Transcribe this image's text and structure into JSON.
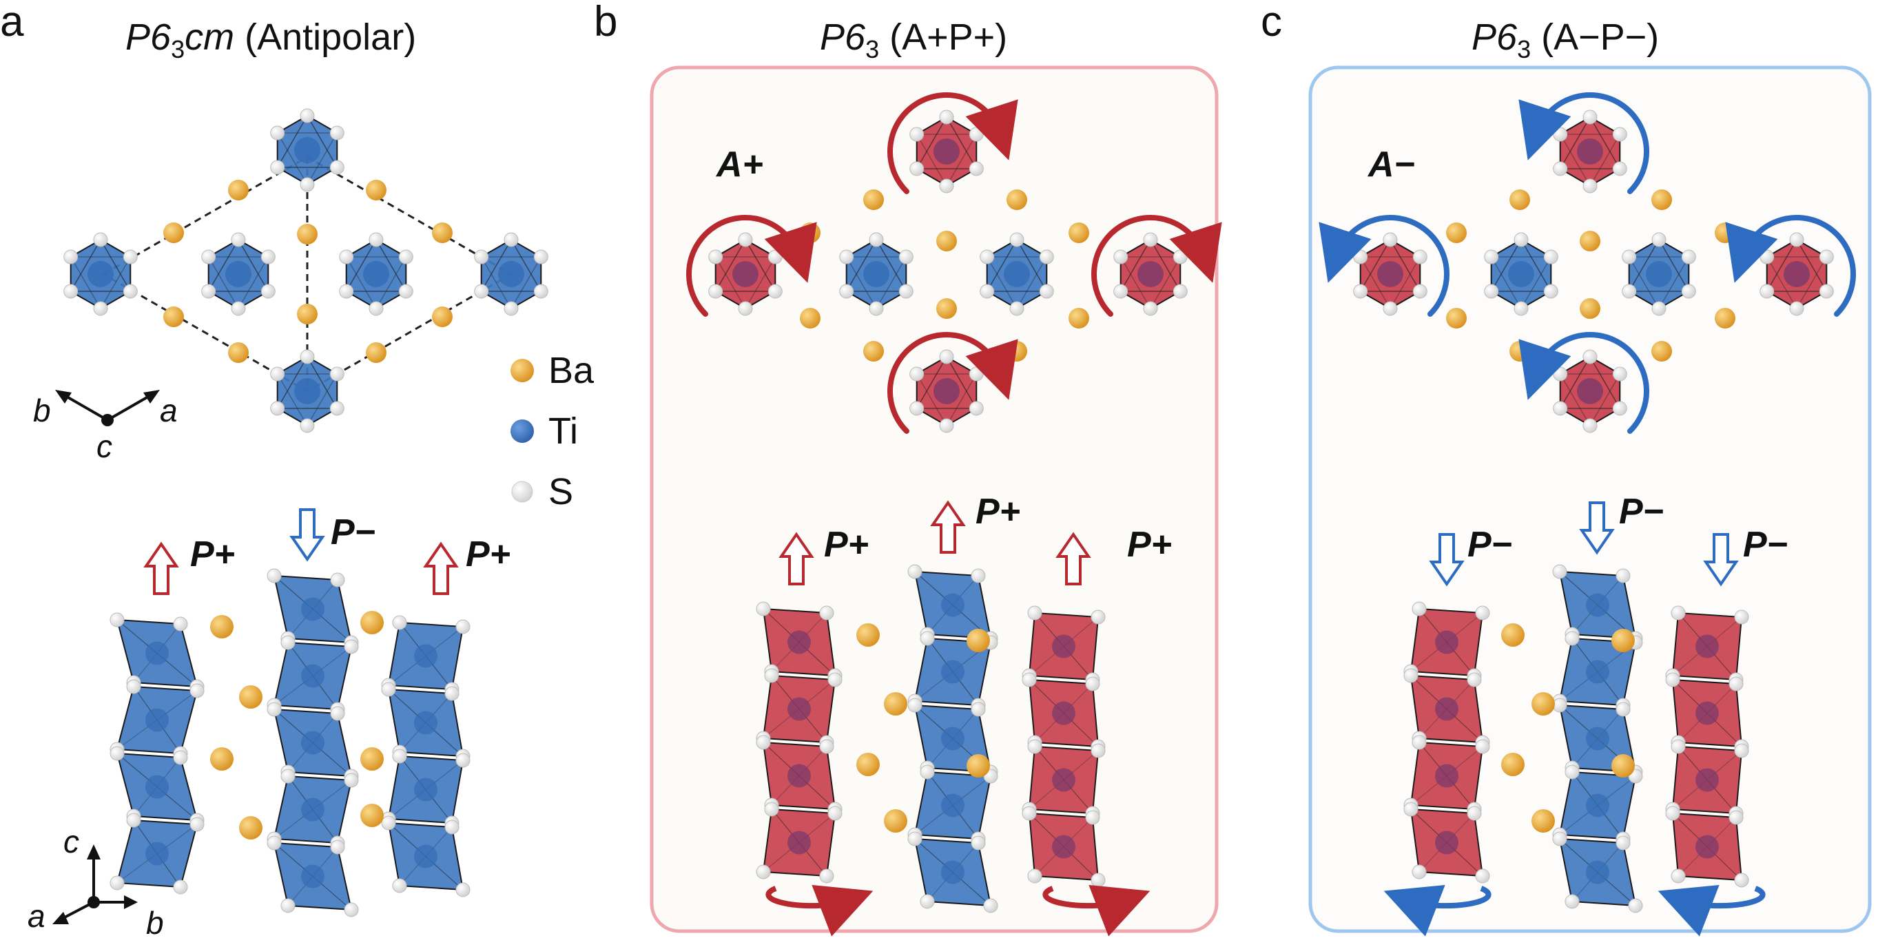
{
  "colors": {
    "ba": "#e8a531",
    "ti_blue": "#3f78c0",
    "s_white": "#f2f2f2",
    "red_poly": "#c83e4b",
    "red_arrow": "#b8292f",
    "blue_arrow": "#2d6cc0",
    "box_b_border": "#eea7ad",
    "box_c_border": "#9ec7ef",
    "box_b_fill": "#fdfbf7",
    "box_c_fill": "#fdfcfa"
  },
  "panels": {
    "a": {
      "letter": "a",
      "title_prefix": "P6",
      "title_sub": "3",
      "title_suffix_italic": "cm",
      "title_tail": " (Antipolar)"
    },
    "b": {
      "letter": "b",
      "title_prefix": "P6",
      "title_sub": "3",
      "title_tail": " (A+P+)"
    },
    "c": {
      "letter": "c",
      "title_prefix": "P6",
      "title_sub": "3",
      "title_tail": " (A−P−)"
    }
  },
  "legend": {
    "items": [
      {
        "label": "Ba"
      },
      {
        "label": "Ti"
      },
      {
        "label": "S"
      }
    ]
  },
  "axes_top": {
    "b": "b",
    "a": "a",
    "c": "c"
  },
  "axes_bottom": {
    "c": "c",
    "a": "a",
    "b": "b"
  },
  "labels": {
    "a_chain1": "P+",
    "a_chain2": "P−",
    "a_chain3": "P+",
    "b_A": "A+",
    "b_chain1": "P+",
    "b_chain2": "P+",
    "b_chain3": "P+",
    "c_A": "A−",
    "c_chain1": "P−",
    "c_chain2": "P−",
    "c_chain3": "P−"
  }
}
